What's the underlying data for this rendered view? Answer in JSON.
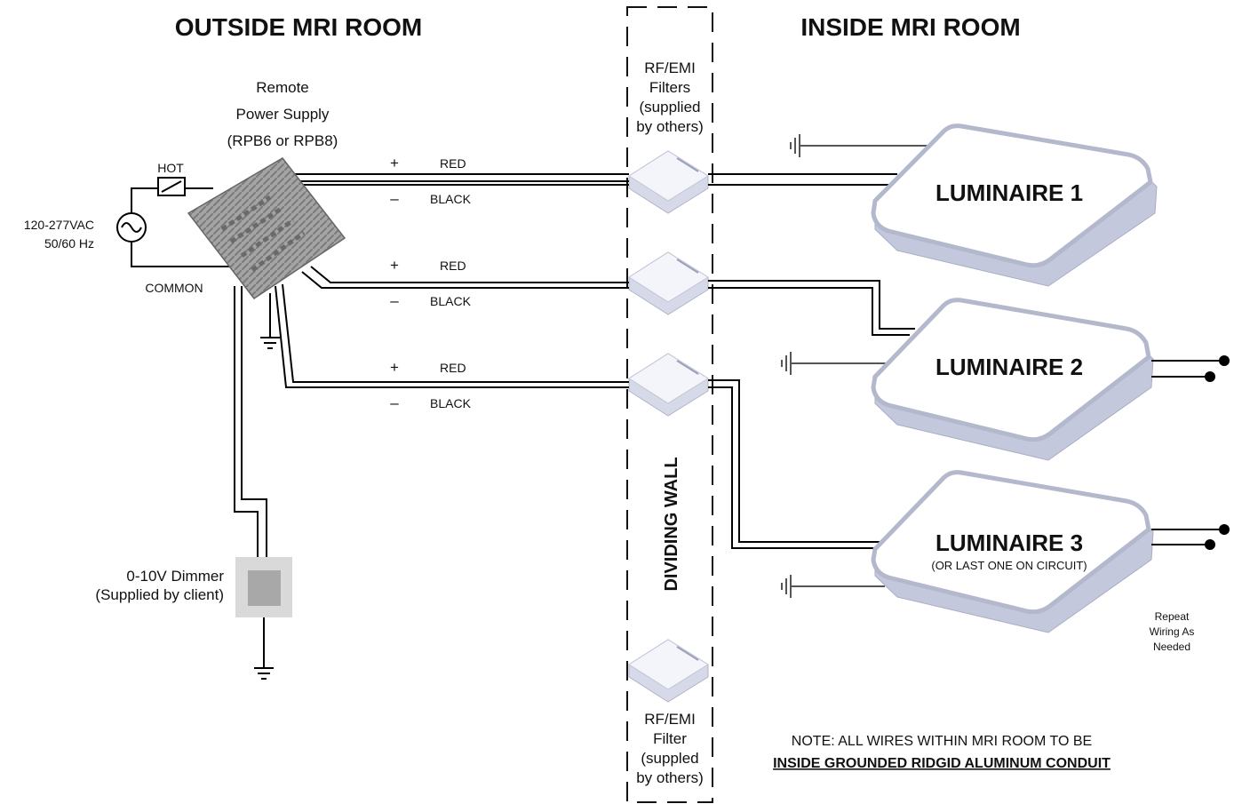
{
  "headings": {
    "outside": "OUTSIDE MRI ROOM",
    "inside": "INSIDE MRI ROOM"
  },
  "power_supply": {
    "line1": "Remote",
    "line2": "Power Supply",
    "line3": "(RPB6 or RPB8)"
  },
  "source": {
    "hot": "HOT",
    "voltage": "120-277VAC",
    "freq": "50/60 Hz",
    "common": "COMMON"
  },
  "wires": [
    {
      "plus": "+",
      "pos_label": "RED",
      "minus": "–",
      "neg_label": "BLACK"
    },
    {
      "plus": "+",
      "pos_label": "RED",
      "minus": "–",
      "neg_label": "BLACK"
    },
    {
      "plus": "+",
      "pos_label": "RED",
      "minus": "–",
      "neg_label": "BLACK"
    }
  ],
  "filter_top": {
    "line1": "RF/EMI",
    "line2": "Filters",
    "line3": "(supplied",
    "line4": "by others)"
  },
  "filter_bottom": {
    "line1": "RF/EMI",
    "line2": "Filter",
    "line3": "(suppled",
    "line4": "by others)"
  },
  "wall_label": "DIVIDING WALL",
  "dimmer": {
    "line1": "0-10V Dimmer",
    "line2": "(Supplied by client)"
  },
  "luminaires": [
    {
      "label": "LUMINAIRE 1",
      "sub": ""
    },
    {
      "label": "LUMINAIRE 2",
      "sub": ""
    },
    {
      "label": "LUMINAIRE 3",
      "sub": "(OR LAST ONE ON CIRCUIT)"
    }
  ],
  "repeat": {
    "line1": "Repeat",
    "line2": "Wiring As",
    "line3": "Needed"
  },
  "note": {
    "line1": "NOTE: ALL WIRES WITHIN MRI ROOM TO BE",
    "line2": "INSIDE GROUNDED RIDGID ALUMINUM CONDUIT"
  },
  "colors": {
    "luminaire_top": "#ffffff",
    "luminaire_side": "#c4c8dc",
    "filter_side": "#d6d9e8",
    "power_supply": "#9a9a9a",
    "dimmer_outer": "#d9d9d9",
    "dimmer_inner": "#a8a8a8"
  }
}
